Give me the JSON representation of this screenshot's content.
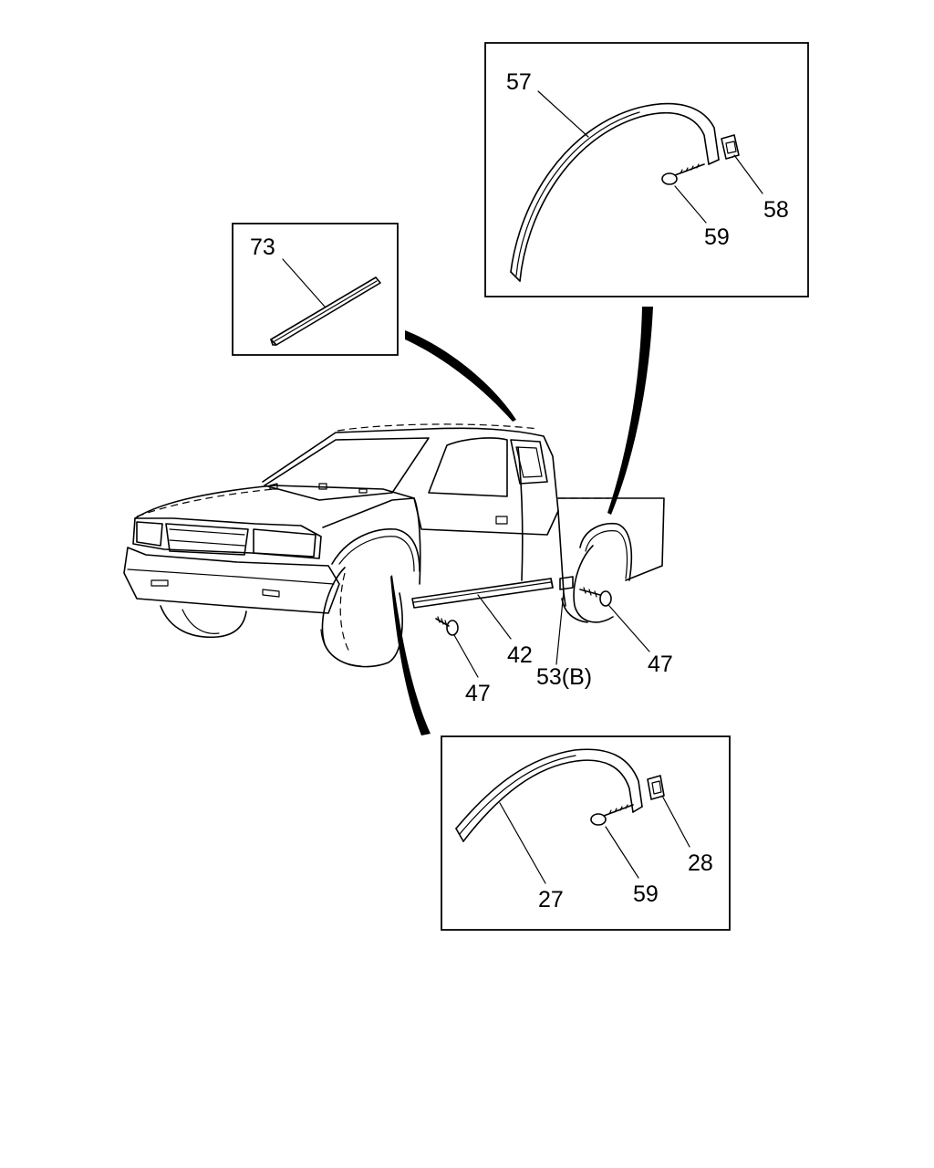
{
  "callouts": {
    "c57": "57",
    "c58": "58",
    "c59_top": "59",
    "c73": "73",
    "c42": "42",
    "c47_left": "47",
    "c47_right": "47",
    "c53": "53(B)",
    "c27": "27",
    "c28": "28",
    "c59_bottom": "59"
  }
}
